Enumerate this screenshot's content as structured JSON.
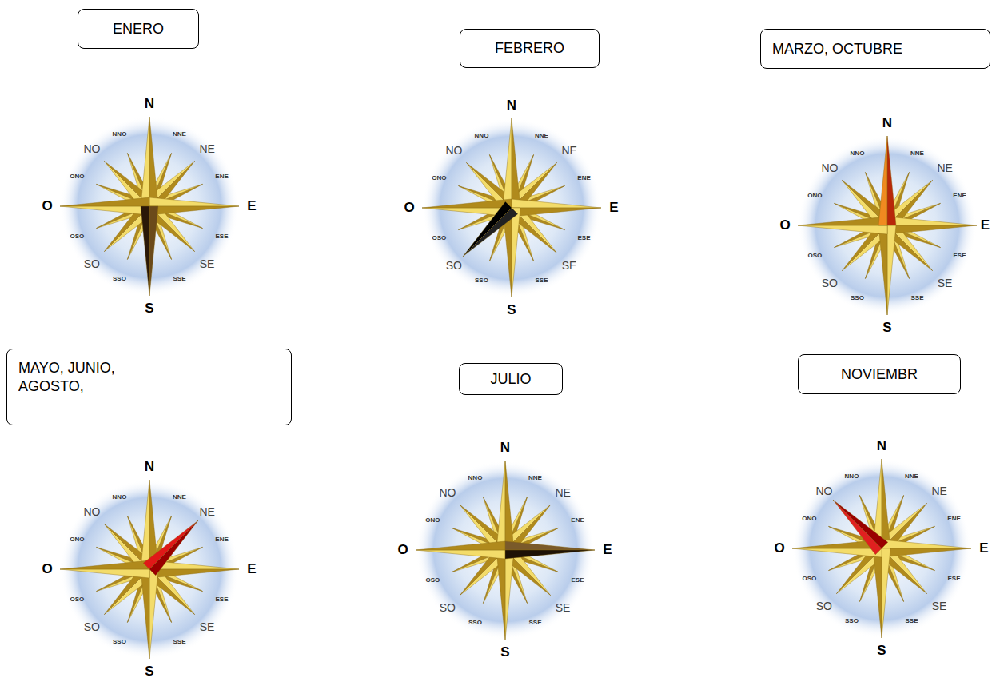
{
  "diagram": {
    "nodes": [
      {
        "text": [
          "ENERO"
        ]
      },
      {
        "text": [
          "FEBRERO"
        ]
      },
      {
        "text": [
          "MARZO, OCTUBRE"
        ]
      },
      {
        "text": [
          "MAYO, JUNIO, AGOSTO,"
        ]
      },
      {
        "text": [
          "JULIO"
        ]
      },
      {
        "text": [
          "NOVIEMBR"
        ]
      }
    ],
    "labels": [
      "N",
      "NNE",
      "NE",
      "ENE",
      "E",
      "ESE",
      "SE",
      "SSE",
      "S",
      "SSO",
      "SO",
      "OSO",
      "O",
      "ONO",
      "NO",
      "NNO",
      "N",
      "NNE",
      "NE",
      "ENE",
      "E",
      "ESE",
      "SE",
      "SSE",
      "S",
      "SSO",
      "SO",
      "OSO",
      "O",
      "ONO",
      "NO",
      "NNO",
      "N",
      "NNE",
      "NE",
      "ENE",
      "E",
      "ESE",
      "SE",
      "SSE",
      "S",
      "SSO",
      "SO",
      "OSO",
      "O",
      "ONO",
      "NO",
      "NNO",
      "N",
      "NNE",
      "NE",
      "ENE",
      "E",
      "ESE",
      "SE",
      "SSE",
      "S",
      "SSO",
      "SO",
      "OSO",
      "O",
      "ONO",
      "NO",
      "NNO",
      "N",
      "NNE",
      "NE",
      "ENE",
      "E",
      "ESE",
      "SE",
      "SSE",
      "S",
      "SSO",
      "SO",
      "OSO",
      "O",
      "ONO",
      "NO",
      "NNO",
      "N",
      "NNE",
      "NE",
      "ENE",
      "E",
      "ESE",
      "SE",
      "SSE",
      "S",
      "SSO",
      "SO",
      "OSO",
      "O",
      "ONO",
      "NO",
      "NNO"
    ]
  }
}
